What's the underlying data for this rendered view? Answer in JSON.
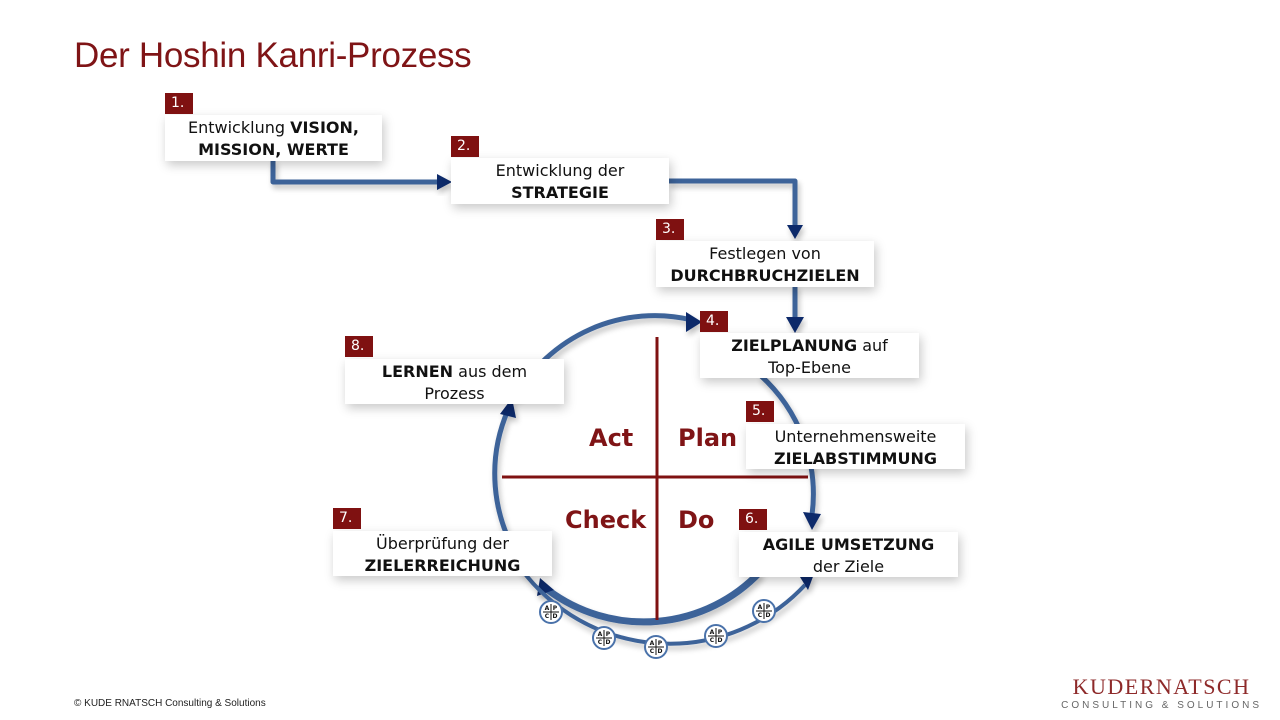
{
  "title": "Der Hoshin Kanri-Prozess",
  "steps": [
    {
      "number": "1.",
      "line1_normal": "Entwicklung ",
      "line1_bold": "VISION,",
      "line2_bold": "MISSION, WERTE",
      "line2_normal": ""
    },
    {
      "number": "2.",
      "line1_normal": "Entwicklung der",
      "line1_bold": "",
      "line2_bold": "STRATEGIE",
      "line2_normal": ""
    },
    {
      "number": "3.",
      "line1_normal": "Festlegen von",
      "line1_bold": "",
      "line2_bold": "DURCHBRUCHZIELEN",
      "line2_normal": ""
    },
    {
      "number": "4.",
      "line1_bold": "ZIELPLANUNG",
      "line1_normal": " auf",
      "line2_normal": "Top-Ebene",
      "line2_bold": ""
    },
    {
      "number": "5.",
      "line1_normal": "Unternehmensweite",
      "line1_bold": "",
      "line2_bold": "ZIELABSTIMMUNG",
      "line2_normal": ""
    },
    {
      "number": "6.",
      "line1_bold": "AGILE UMSETZUNG",
      "line1_normal": "",
      "line2_normal": "der Ziele",
      "line2_bold": ""
    },
    {
      "number": "7.",
      "line1_normal": "Überprüfung der",
      "line1_bold": "",
      "line2_bold": "ZIELERREICHUNG",
      "line2_normal": ""
    },
    {
      "number": "8.",
      "line1_bold": "LERNEN",
      "line1_normal": " aus dem",
      "line2_normal": "Prozess",
      "line2_bold": ""
    }
  ],
  "pdca": {
    "act": "Act",
    "plan": "Plan",
    "check": "Check",
    "do": "Do"
  },
  "mini_pdca_icon": {
    "a": "A",
    "p": "P",
    "c": "C",
    "d": "D",
    "count": 5
  },
  "colors": {
    "accent_red": "#7f1111",
    "arrow_blue": "#3d6399",
    "arrowhead_navy": "#0e2a6b"
  },
  "footer": {
    "copyright": "© KUDE RNATSCH Consulting & Solutions"
  },
  "logo": {
    "main": "KUDERNATSCH",
    "sub": "CONSULTING & SOLUTIONS"
  }
}
